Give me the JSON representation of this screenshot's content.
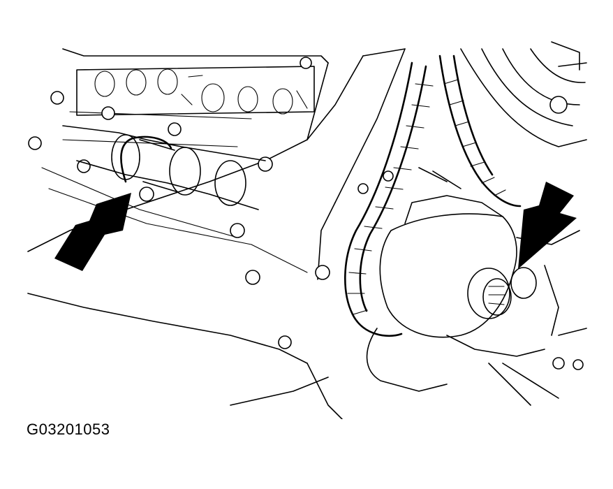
{
  "figure_id": "G03201053",
  "illustration": {
    "subject": "engine-front-timing-area",
    "callouts": [
      {
        "name": "left-arrow",
        "points_to": "camshaft-sensor-connector"
      },
      {
        "name": "right-arrow",
        "points_to": "timing-chain-tensioner-bolt"
      }
    ]
  }
}
